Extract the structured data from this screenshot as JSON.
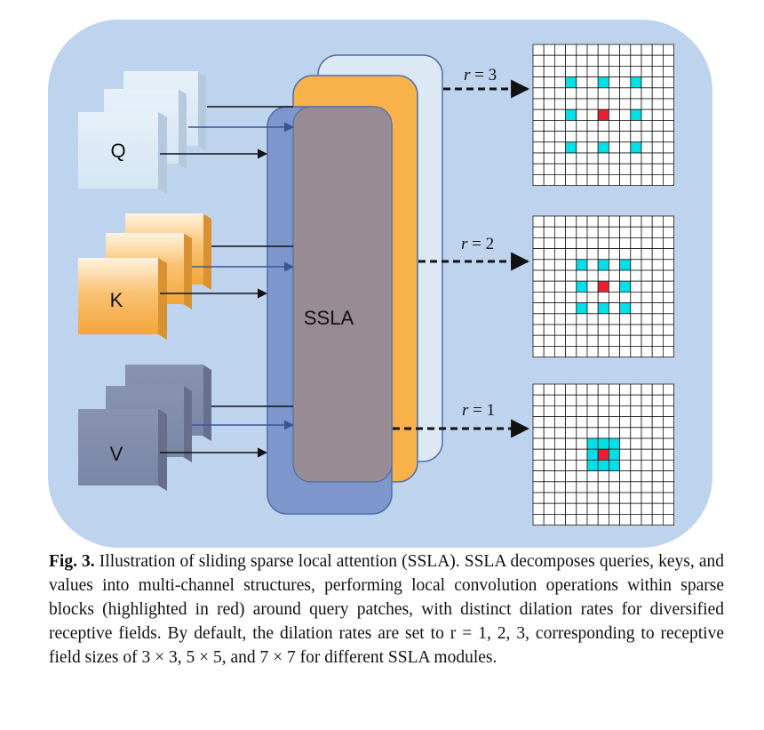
{
  "diagram": {
    "inputs": [
      {
        "label": "Q",
        "color": "#dbeaf6"
      },
      {
        "label": "K",
        "color": "#f6b04c"
      },
      {
        "label": "V",
        "color": "#7f8cab"
      }
    ],
    "module_label": "SSLA",
    "layer_colors": [
      "#7e96cc",
      "#f9b24a",
      "#dce9f5",
      "#988c94"
    ],
    "background_color": "#bed3ee",
    "rates": [
      {
        "prefix": "r",
        "text": " = 3",
        "dilation": 3
      },
      {
        "prefix": "r",
        "text": " = 2",
        "dilation": 2
      },
      {
        "prefix": "r",
        "text": " = 1",
        "dilation": 1
      }
    ],
    "grid_colors": {
      "query": "#e8202e",
      "neighbor": "#00e0e8",
      "empty": "#ffffff"
    }
  },
  "caption": {
    "fig_label": "Fig. 3.",
    "text": " Illustration of sliding sparse local attention (SSLA). SSLA decomposes queries, keys, and values into multi-channel structures, performing local convolution operations within sparse blocks (highlighted in red) around query patches, with distinct dilation rates for diversified receptive fields. By default, the dilation rates are set to r = 1, 2, 3, corresponding to receptive field sizes of 3 × 3, 5 × 5, and 7 × 7 for different SSLA modules."
  }
}
